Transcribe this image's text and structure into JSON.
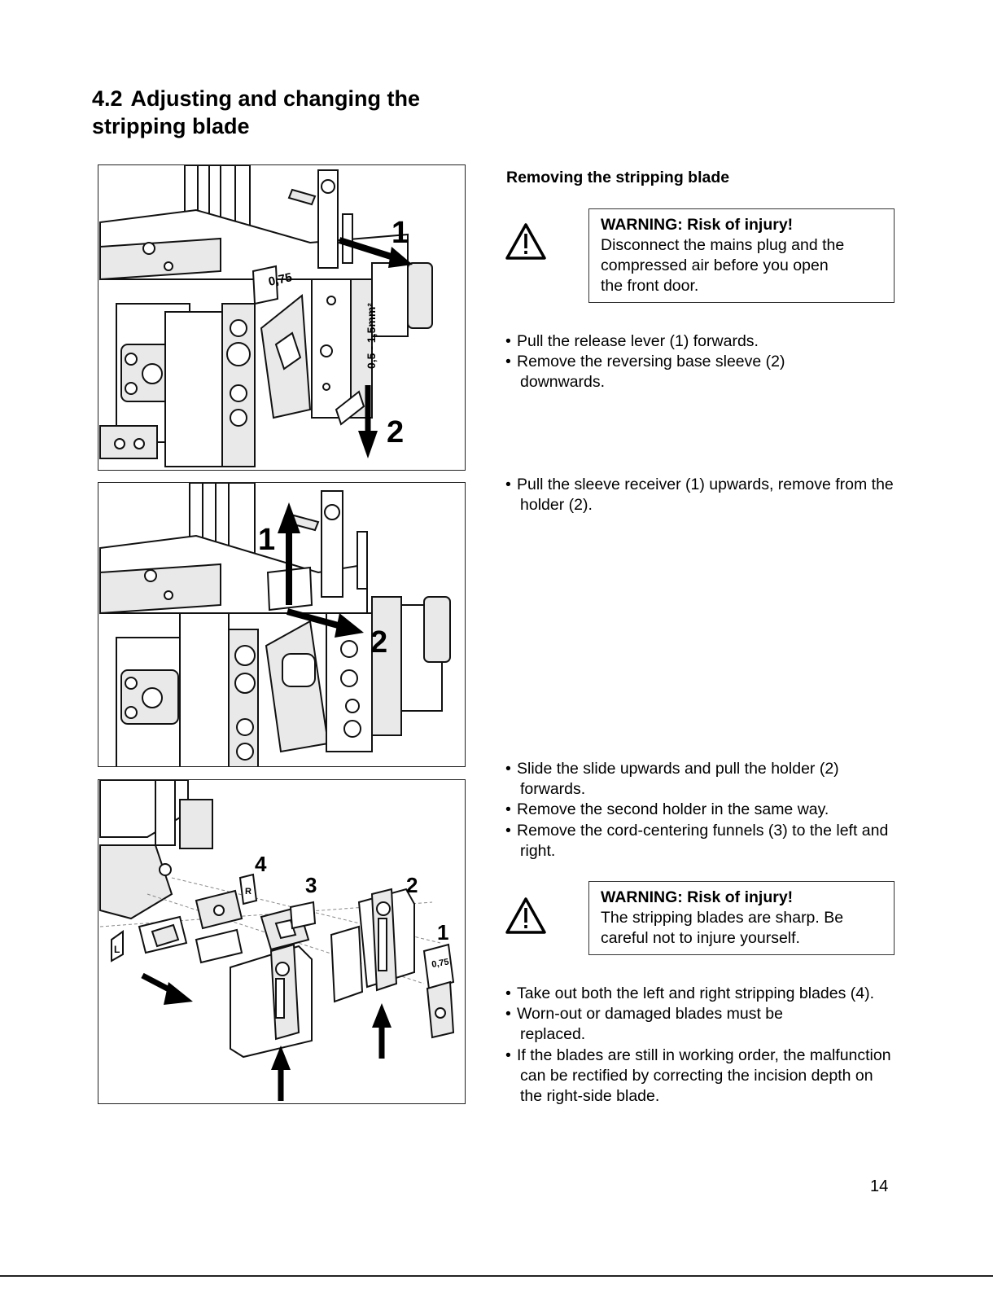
{
  "section": {
    "number": "4.2",
    "title_line1": "Adjusting and changing the",
    "title_line2": "stripping blade"
  },
  "subheading": "Removing the stripping blade",
  "warning1": {
    "title": "WARNING: Risk of injury!",
    "lines": [
      "Disconnect the mains plug and the",
      "compressed air before you open",
      "the front door."
    ]
  },
  "steps1": [
    "Pull the release lever (1) forwards.",
    "Remove the reversing base sleeve (2) downwards."
  ],
  "steps2": [
    "Pull the sleeve receiver (1) upwards, remove from the holder (2)."
  ],
  "steps3": [
    "Slide the slide upwards and pull the holder (2) forwards.",
    "Remove the second holder in the same way.",
    "Remove the cord-centering funnels (3) to the left and right."
  ],
  "warning2": {
    "title": "WARNING: Risk of injury!",
    "lines": [
      "The stripping blades are sharp. Be",
      "careful not to injure yourself."
    ]
  },
  "steps4": [
    "Take out both the left and right stripping blades (4).",
    "Worn-out or damaged blades must be replaced.",
    "If the blades are still in working order, the malfunction can be rectified by correcting the incision depth on the right-side blade."
  ],
  "figure1": {
    "callouts": [
      "1",
      "2"
    ],
    "sleeve_label": "0,75",
    "size_label": "0,5 - 1,5mm²"
  },
  "figure2": {
    "callouts": [
      "1",
      "2"
    ]
  },
  "figure3": {
    "callouts": [
      "4",
      "3",
      "2",
      "1"
    ],
    "sleeve_label": "0,75",
    "blade_left": "L",
    "blade_right": "R"
  },
  "page_number": "14",
  "icons": {
    "warning": "warning-triangle-icon"
  }
}
